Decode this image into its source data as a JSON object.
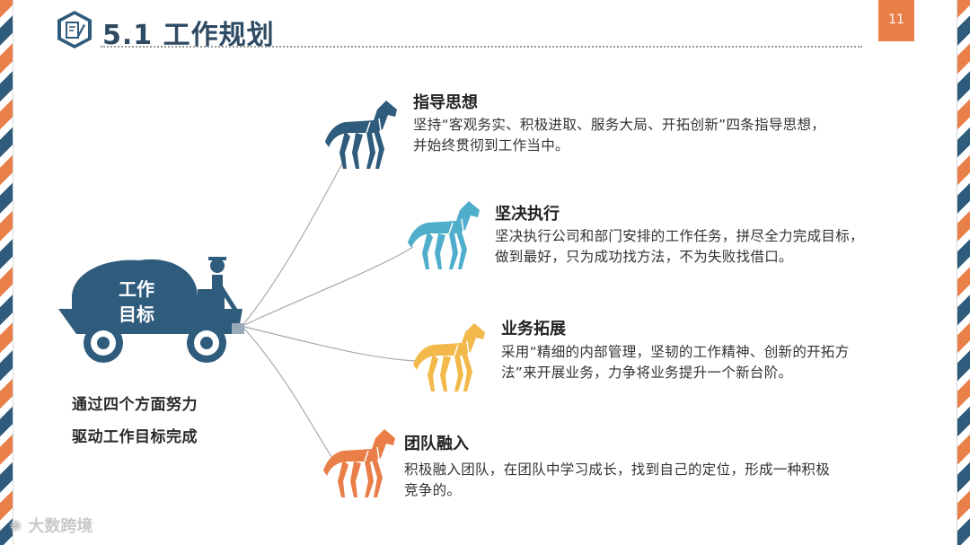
{
  "header": {
    "title": "5.1 工作规划",
    "page_number": "11",
    "icon": "pencil-note-icon"
  },
  "cart": {
    "label_line1": "工作",
    "label_line2": "目标",
    "color": "#2f5b7c"
  },
  "summary": {
    "line1": "通过四个方面努力",
    "line2": "驱动工作目标完成"
  },
  "items": [
    {
      "title": "指导思想",
      "desc_line1": "坚持“客观务实、积极进取、服务大局、开拓创新”四条指导思想，",
      "desc_line2": "并始终贯彻到工作当中。",
      "color": "#2f5b7c"
    },
    {
      "title": "坚决执行",
      "desc_line1": "坚决执行公司和部门安排的工作任务，拼尽全力完成目标，",
      "desc_line2": "做到最好，只为成功找方法，不为失败找借口。",
      "color": "#4eaecb"
    },
    {
      "title": "业务拓展",
      "desc_line1": "采用“精细的内部管理，坚韧的工作精神、创新的开拓方",
      "desc_line2": "法”来开展业务，力争将业务提升一个新台阶。",
      "color": "#f2b94a"
    },
    {
      "title": "团队融入",
      "desc_line1": "积极融入团队，在团队中学习成长，找到自己的定位，形成一种积极",
      "desc_line2": "竞争的。",
      "color": "#ea7e48"
    }
  ],
  "watermark": "大数跨境"
}
